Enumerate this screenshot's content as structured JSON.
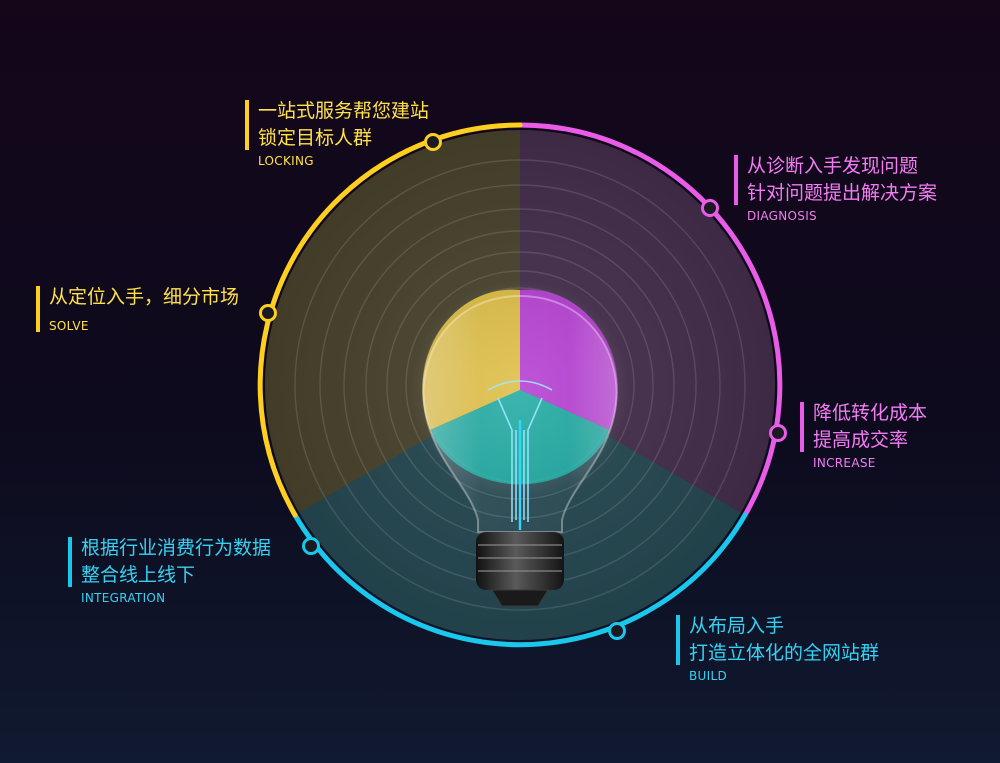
{
  "colors": {
    "yellow": "#ffcf1f",
    "magenta": "#e95ce8",
    "cyan": "#19c8ec"
  },
  "segments": [
    {
      "id": "locking",
      "color": "yellow",
      "lines": [
        "一站式服务帮您建站",
        "锁定目标人群"
      ],
      "tag": "LOCKING"
    },
    {
      "id": "solve",
      "color": "yellow",
      "lines": [
        "从定位入手，细分市场"
      ],
      "tag": "SOLVE"
    },
    {
      "id": "diagnosis",
      "color": "magenta",
      "lines": [
        "从诊断入手发现问题",
        "针对问题提出解决方案"
      ],
      "tag": "DIAGNOSIS"
    },
    {
      "id": "increase",
      "color": "magenta",
      "lines": [
        "降低转化成本",
        "提高成交率"
      ],
      "tag": "INCREASE"
    },
    {
      "id": "integration",
      "color": "cyan",
      "lines": [
        "根据行业消费行为数据",
        "整合线上线下"
      ],
      "tag": "INTEGRATION"
    },
    {
      "id": "build",
      "color": "cyan",
      "lines": [
        "从布局入手",
        "打造立体化的全网站群"
      ],
      "tag": "BUILD"
    }
  ],
  "diagram": {
    "center_icon": "light-bulb-icon",
    "ring_icon": "ring-node-icon"
  }
}
